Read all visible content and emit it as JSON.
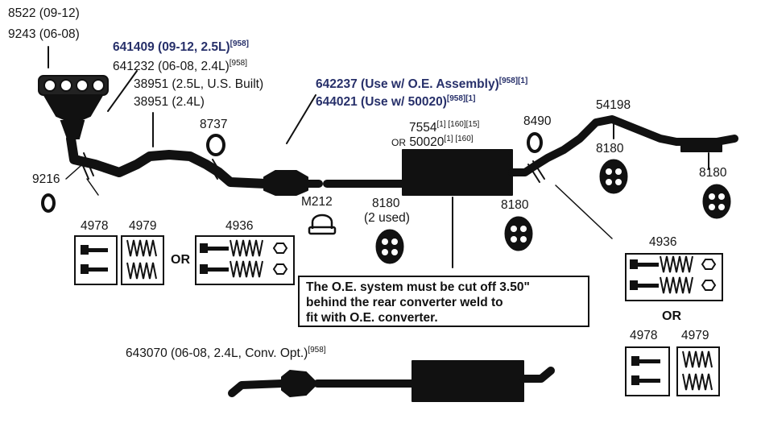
{
  "labels": {
    "manifold_8522": "8522 (09-12)",
    "manifold_9243": "9243 (06-08)",
    "pipe_641409": "641409 (09-12, 2.5L)",
    "pipe_641409_note": "[958]",
    "pipe_641232": "641232 (06-08, 2.4L)",
    "pipe_641232_note": "[958]",
    "pipe_38951_us": "38951 (2.5L, U.S. Built)",
    "pipe_38951_24": "38951 (2.4L)",
    "part_8737": "8737",
    "part_642237": "642237 (Use w/ O.E. Assembly)",
    "part_642237_note": "[958][1]",
    "part_644021": "644021 (Use w/ 50020)",
    "part_644021_note": "[958][1]",
    "muffler_7554": "7554",
    "muffler_7554_notes": "[1] [160][15]",
    "muffler_or": "OR",
    "muffler_50020": "50020",
    "muffler_50020_notes": "[1] [160]",
    "part_8490": "8490",
    "part_54198": "54198",
    "hanger_8180_top": "8180",
    "hanger_8180_right": "8180",
    "part_9216": "9216",
    "clamp_m212": "M212",
    "hanger_8180_mid_line1": "8180",
    "hanger_8180_mid_line2": "(2 used)",
    "hanger_8180_center": "8180",
    "kit_4978_left": "4978",
    "kit_4979_left": "4979",
    "or_left": "OR",
    "kit_4936_left": "4936",
    "kit_4936_right": "4936",
    "or_right": "OR",
    "kit_4978_right": "4978",
    "kit_4979_right": "4979",
    "converter_643070": "643070 (06-08, 2.4L, Conv. Opt.)",
    "converter_643070_note": "[958]"
  },
  "note": {
    "line1": "The O.E. system must be cut off 3.50\"",
    "line2": "behind the rear converter weld to",
    "line3": "fit with O.E. converter."
  },
  "colors": {
    "blue_text": "#27306a",
    "ink": "#111111"
  }
}
